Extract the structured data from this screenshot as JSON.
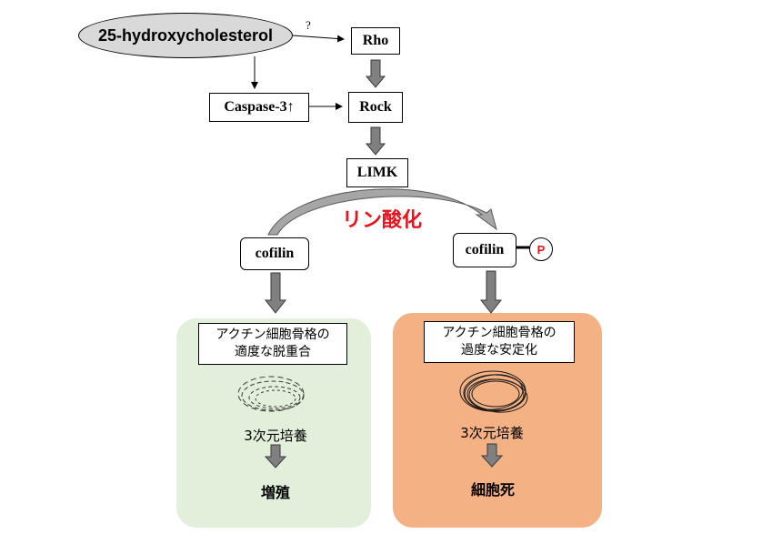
{
  "nodes": {
    "hydroxy": "25-hydroxycholesterol",
    "rho": "Rho",
    "caspase": "Caspase-3↑",
    "rock": "Rock",
    "limk": "LIMK",
    "cofilin_left": "cofilin",
    "cofilin_right": "cofilin",
    "phospho_marker": "P"
  },
  "question_mark": "?",
  "phosphorylation_label": "リン酸化",
  "left_panel": {
    "desc_line1": "アクチン細胞骨格の",
    "desc_line2": "適度な脱重合",
    "culture_label": "3次元培養",
    "outcome": "増殖",
    "color": "#e2efda"
  },
  "right_panel": {
    "desc_line1": "アクチン細胞骨格の",
    "desc_line2": "過度な安定化",
    "culture_label": "3次元培養",
    "outcome": "細胞死",
    "color": "#f4b183"
  },
  "accent_color": "#e8141c"
}
